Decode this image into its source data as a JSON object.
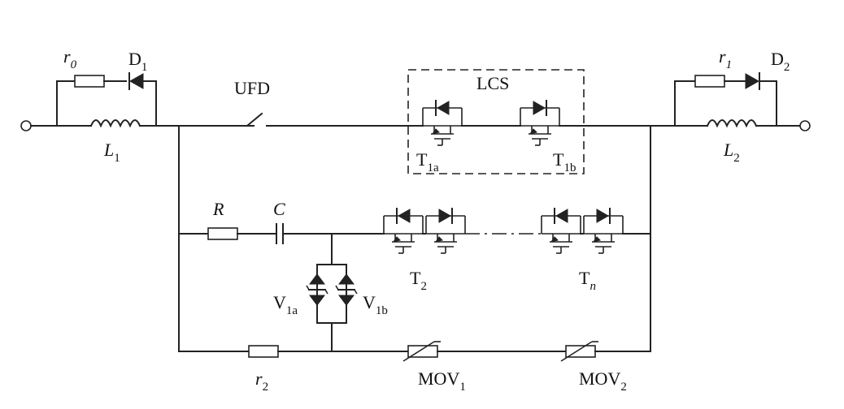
{
  "labels": {
    "r0": {
      "main": "r",
      "sub": "0"
    },
    "d1": {
      "main": "D",
      "sub": "1"
    },
    "l1": {
      "main": "L",
      "sub": "1"
    },
    "ufd": "UFD",
    "lcs": "LCS",
    "t1a": {
      "main": "T",
      "sub": "1a"
    },
    "t1b": {
      "main": "T",
      "sub": "1b"
    },
    "r1": {
      "main": "r",
      "sub": "1"
    },
    "d2": {
      "main": "D",
      "sub": "2"
    },
    "l2": {
      "main": "L",
      "sub": "2"
    },
    "r": "R",
    "c": "C",
    "t2": {
      "main": "T",
      "sub": "2"
    },
    "tn": {
      "main": "T",
      "sub": "n"
    },
    "v1a": {
      "main": "V",
      "sub": "1a"
    },
    "v1b": {
      "main": "V",
      "sub": "1b"
    },
    "r2": {
      "main": "r",
      "sub": "2"
    },
    "mov1": {
      "main": "MOV",
      "sub": "1"
    },
    "mov2": {
      "main": "MOV",
      "sub": "2"
    }
  }
}
